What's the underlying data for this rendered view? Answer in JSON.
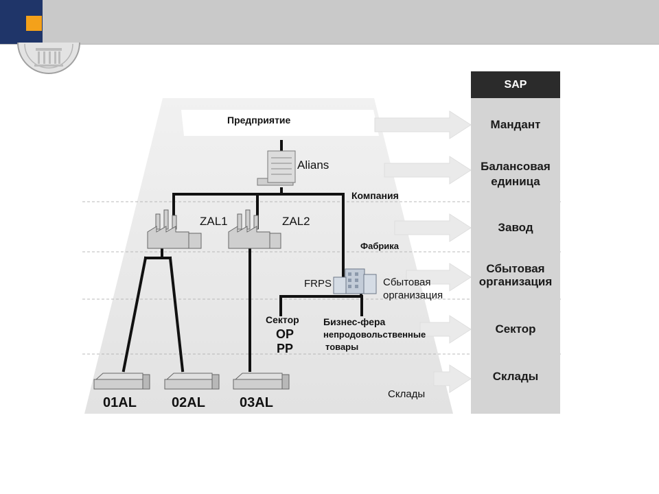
{
  "levels": {
    "sap": "SAP",
    "mandant": "Мандант",
    "balance_line1": "Балансовая",
    "balance_line2": "единица",
    "plant": "Завод",
    "sales_line1": "Сбытовая",
    "sales_line2": "организация",
    "sector": "Сектор",
    "warehouses": "Склады"
  },
  "pyramid": {
    "enterprise": "Предприятие",
    "company_node": "Alians",
    "company_label": "Компания",
    "plant1": "ZAL1",
    "plant2": "ZAL2",
    "factory_label": "Фабрика",
    "sales_node": "FRPS",
    "sales_line1": "Сбытовая",
    "sales_line2": "организация",
    "sector_title": "Сектор",
    "sector_op": "OP",
    "sector_pp": "PP",
    "business_line1": "Бизнес-фера",
    "business_line2": "непродовольственные",
    "business_line3": "товары",
    "wh1": "01AL",
    "wh2": "02AL",
    "wh3": "03AL",
    "warehouses_label": "Склады"
  },
  "colors": {
    "header": "#c9c9c9",
    "logo_blue": "#1f3569",
    "logo_orange": "#f4a11a",
    "sap_box": "#2b2b2b",
    "level_column": "#d4d4d4"
  }
}
